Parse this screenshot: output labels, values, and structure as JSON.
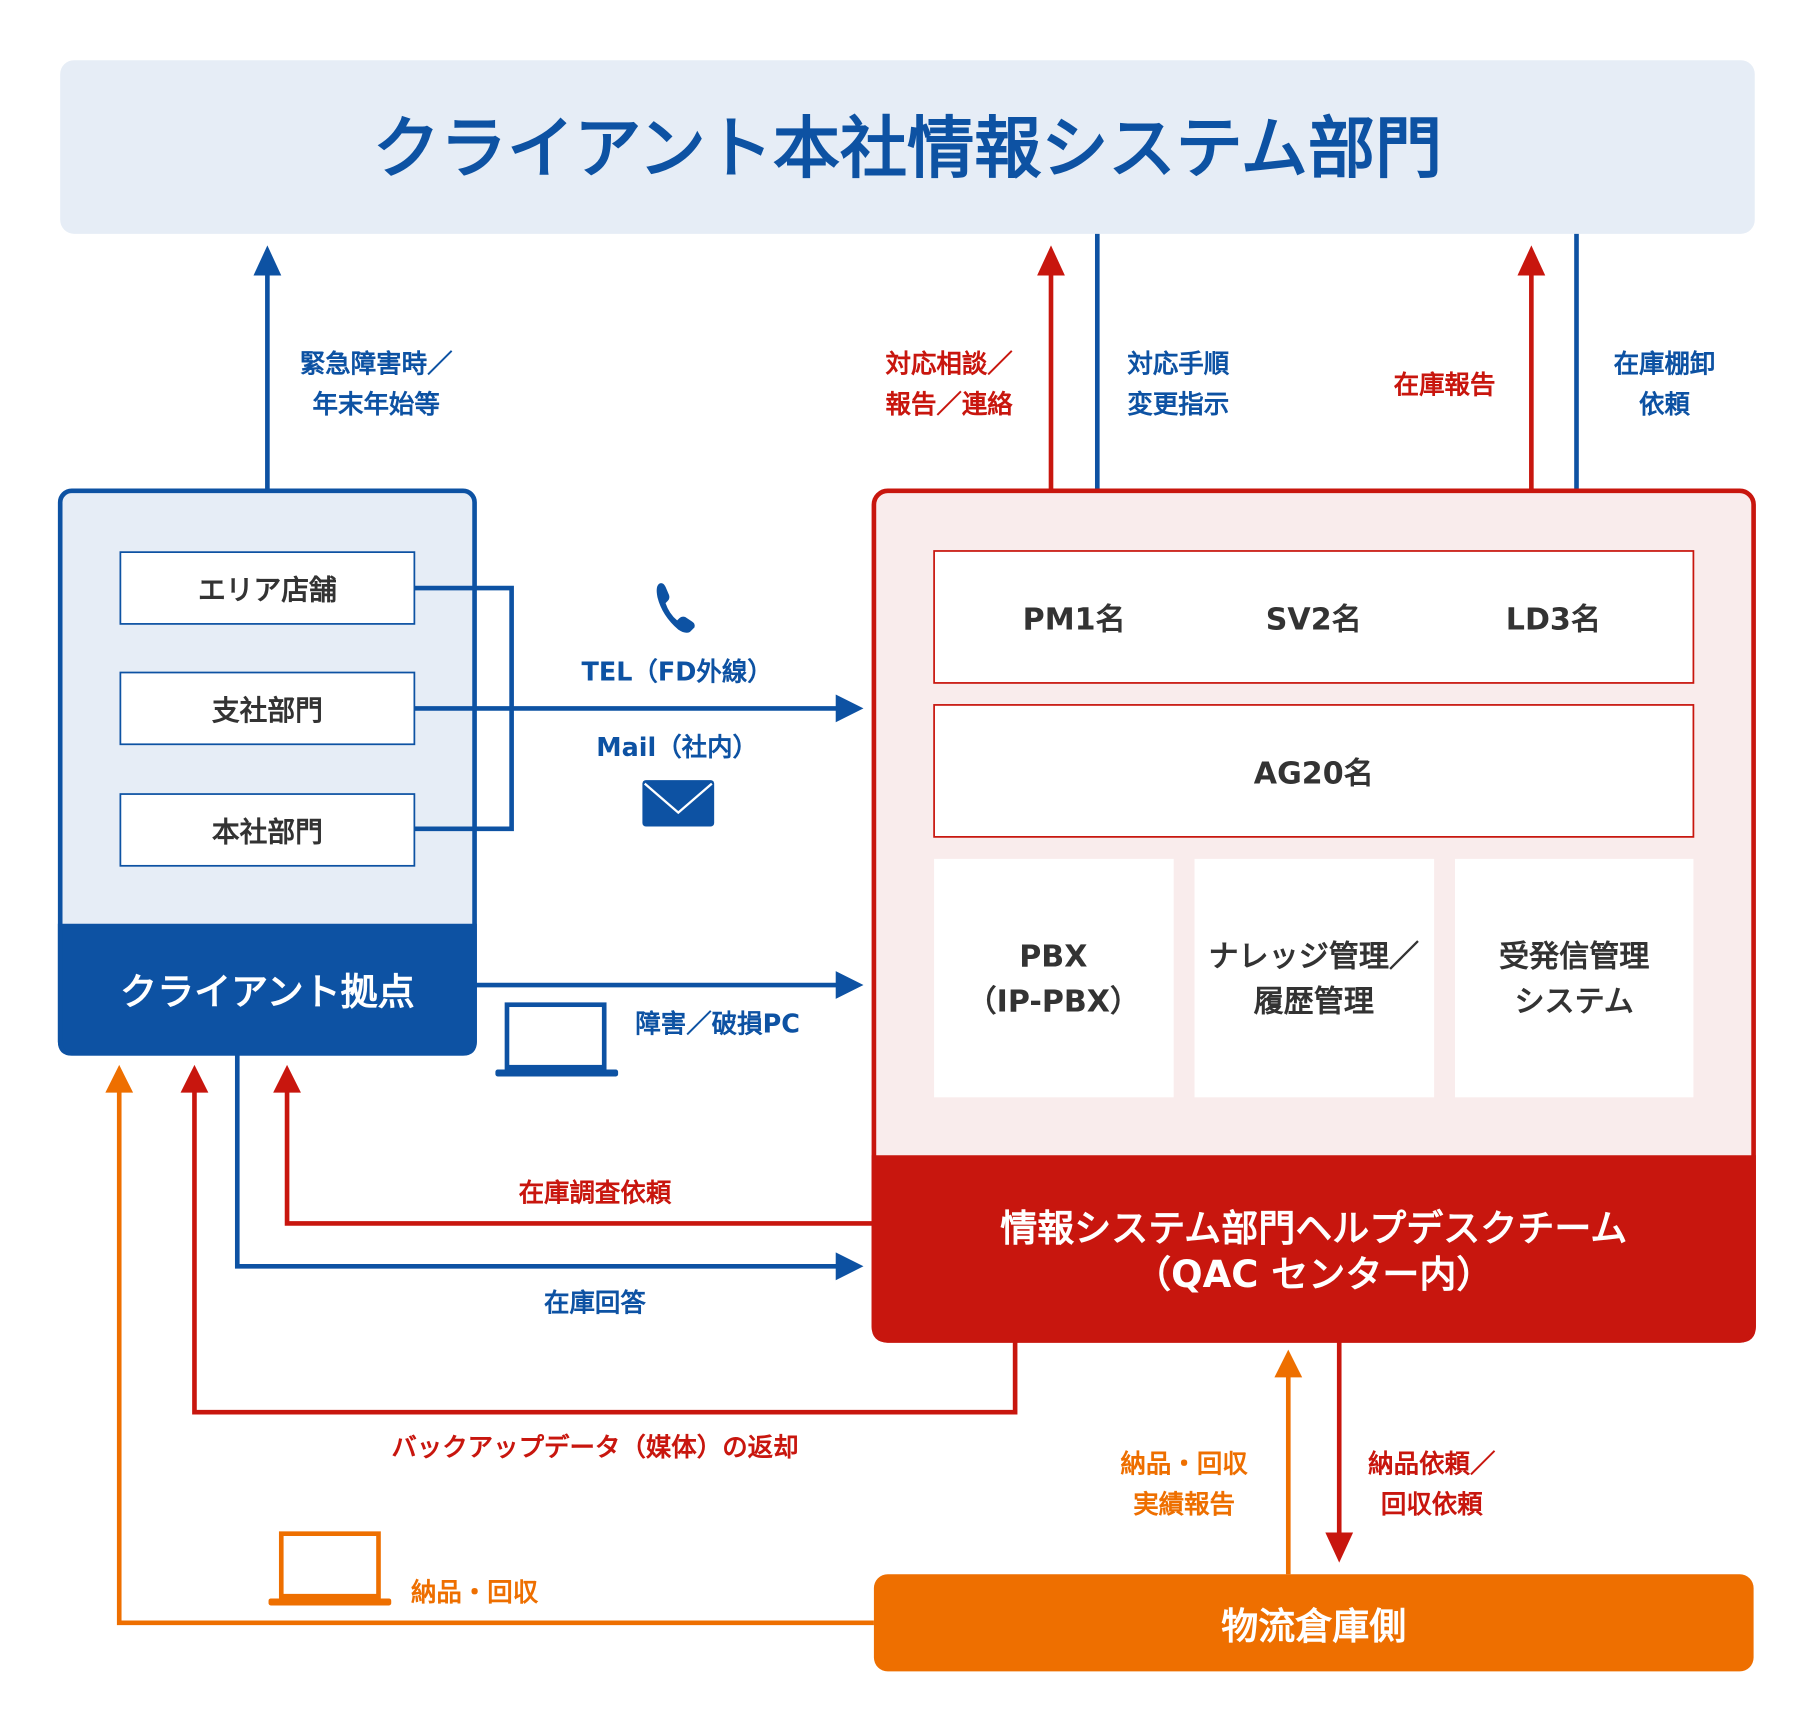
{
  "colors": {
    "blue": "#0d52a3",
    "red": "#c8160e",
    "orange": "#ee6f00",
    "light_blue_bg": "#e6edf6",
    "light_red_bg": "#f9ecec",
    "text_dark": "#333333"
  },
  "top_box": {
    "title": "クライアント本社情報システム部門"
  },
  "client": {
    "title": "クライアント拠点",
    "items": [
      "エリア店舗",
      "支社部門",
      "本社部門"
    ]
  },
  "helpdesk": {
    "title_line1": "情報システム部門ヘルプデスクチーム",
    "title_line2": "（QAC センター内）",
    "staff": [
      "PM1名",
      "SV2名",
      "LD3名"
    ],
    "agents": "AG20名",
    "systems": [
      {
        "line1": "PBX",
        "line2": "（IP-PBX）"
      },
      {
        "line1": "ナレッジ管理／",
        "line2": "履歴管理"
      },
      {
        "line1": "受発信管理",
        "line2": "システム"
      }
    ]
  },
  "warehouse": {
    "title": "物流倉庫側"
  },
  "labels": {
    "emergency": [
      "緊急障害時／",
      "年末年始等"
    ],
    "consult": [
      "対応相談／",
      "報告／連絡"
    ],
    "procedure": [
      "対応手順",
      "変更指示"
    ],
    "inventory_report": "在庫報告",
    "inventory_request": [
      "在庫棚卸",
      "依頼"
    ],
    "tel": "TEL（FD外線）",
    "mail": "Mail（社内）",
    "broken_pc": "障害／破損PC",
    "inventory_survey": "在庫調査依頼",
    "inventory_answer": "在庫回答",
    "backup_return": "バックアップデータ（媒体）の返却",
    "delivery_report": [
      "納品・回収",
      "実績報告"
    ],
    "delivery_request": [
      "納品依頼／",
      "回収依頼"
    ],
    "delivery": "納品・回収"
  },
  "icons": {
    "phone": "phone-icon",
    "mail": "mail-icon",
    "laptop_blue": "laptop-icon",
    "laptop_orange": "laptop-icon"
  }
}
